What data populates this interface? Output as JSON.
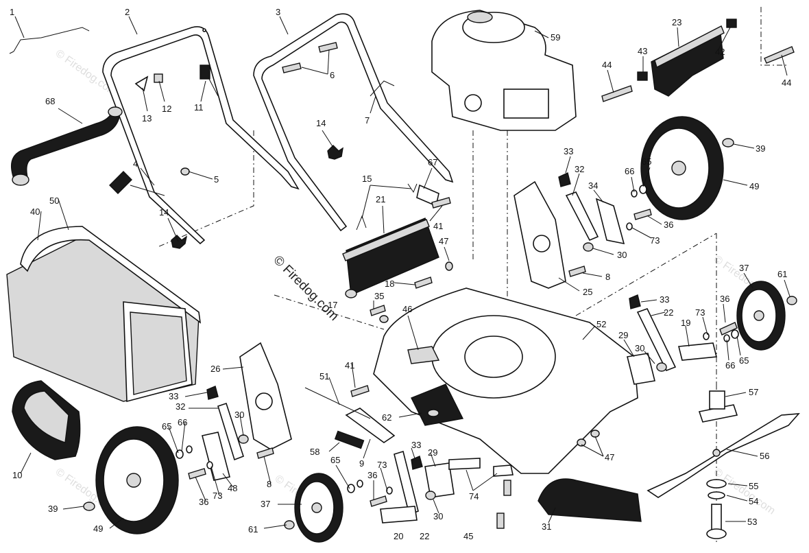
{
  "watermark": {
    "main_text": "© Firedog.com",
    "repeat_text": "© Firedog.com"
  },
  "callouts": [
    {
      "id": "c1",
      "text": "1"
    },
    {
      "id": "c2",
      "text": "2"
    },
    {
      "id": "c3",
      "text": "3"
    },
    {
      "id": "c4",
      "text": "4"
    },
    {
      "id": "c5",
      "text": "5"
    },
    {
      "id": "c6",
      "text": "6"
    },
    {
      "id": "c7",
      "text": "7"
    },
    {
      "id": "c8a",
      "text": "8"
    },
    {
      "id": "c8b",
      "text": "8"
    },
    {
      "id": "c9",
      "text": "9"
    },
    {
      "id": "c10",
      "text": "10"
    },
    {
      "id": "c11",
      "text": "11"
    },
    {
      "id": "c12",
      "text": "12"
    },
    {
      "id": "c13",
      "text": "13"
    },
    {
      "id": "c14a",
      "text": "14"
    },
    {
      "id": "c14b",
      "text": "14"
    },
    {
      "id": "c15",
      "text": "15"
    },
    {
      "id": "c17",
      "text": "17"
    },
    {
      "id": "c18",
      "text": "18"
    },
    {
      "id": "c19",
      "text": "19"
    },
    {
      "id": "c20",
      "text": "20"
    },
    {
      "id": "c21",
      "text": "21"
    },
    {
      "id": "c22a",
      "text": "22"
    },
    {
      "id": "c22b",
      "text": "22"
    },
    {
      "id": "c23",
      "text": "23"
    },
    {
      "id": "c25",
      "text": "25"
    },
    {
      "id": "c26",
      "text": "26"
    },
    {
      "id": "c29a",
      "text": "29"
    },
    {
      "id": "c29b",
      "text": "29"
    },
    {
      "id": "c30a",
      "text": "30"
    },
    {
      "id": "c30b",
      "text": "30"
    },
    {
      "id": "c30c",
      "text": "30"
    },
    {
      "id": "c30d",
      "text": "30"
    },
    {
      "id": "c31",
      "text": "31"
    },
    {
      "id": "c32a",
      "text": "32"
    },
    {
      "id": "c32b",
      "text": "32"
    },
    {
      "id": "c33a",
      "text": "33"
    },
    {
      "id": "c33b",
      "text": "33"
    },
    {
      "id": "c33c",
      "text": "33"
    },
    {
      "id": "c33d",
      "text": "33"
    },
    {
      "id": "c34",
      "text": "34"
    },
    {
      "id": "c35",
      "text": "35"
    },
    {
      "id": "c36a",
      "text": "36"
    },
    {
      "id": "c36b",
      "text": "36"
    },
    {
      "id": "c36c",
      "text": "36"
    },
    {
      "id": "c36d",
      "text": "36"
    },
    {
      "id": "c37a",
      "text": "37"
    },
    {
      "id": "c37b",
      "text": "37"
    },
    {
      "id": "c39a",
      "text": "39"
    },
    {
      "id": "c39b",
      "text": "39"
    },
    {
      "id": "c40",
      "text": "40"
    },
    {
      "id": "c41a",
      "text": "41"
    },
    {
      "id": "c41b",
      "text": "41"
    },
    {
      "id": "c42",
      "text": "42"
    },
    {
      "id": "c43",
      "text": "43"
    },
    {
      "id": "c44a",
      "text": "44"
    },
    {
      "id": "c44b",
      "text": "44"
    },
    {
      "id": "c45",
      "text": "45"
    },
    {
      "id": "c46",
      "text": "46"
    },
    {
      "id": "c47a",
      "text": "47"
    },
    {
      "id": "c47b",
      "text": "47"
    },
    {
      "id": "c48",
      "text": "48"
    },
    {
      "id": "c49a",
      "text": "49"
    },
    {
      "id": "c49b",
      "text": "49"
    },
    {
      "id": "c50",
      "text": "50"
    },
    {
      "id": "c51",
      "text": "51"
    },
    {
      "id": "c52",
      "text": "52"
    },
    {
      "id": "c53",
      "text": "53"
    },
    {
      "id": "c54",
      "text": "54"
    },
    {
      "id": "c55",
      "text": "55"
    },
    {
      "id": "c56",
      "text": "56"
    },
    {
      "id": "c57",
      "text": "57"
    },
    {
      "id": "c58",
      "text": "58"
    },
    {
      "id": "c59",
      "text": "59"
    },
    {
      "id": "c61a",
      "text": "61"
    },
    {
      "id": "c61b",
      "text": "61"
    },
    {
      "id": "c62",
      "text": "62"
    },
    {
      "id": "c65a",
      "text": "65"
    },
    {
      "id": "c65b",
      "text": "65"
    },
    {
      "id": "c65c",
      "text": "65"
    },
    {
      "id": "c65d",
      "text": "65"
    },
    {
      "id": "c66a",
      "text": "66"
    },
    {
      "id": "c66b",
      "text": "66"
    },
    {
      "id": "c66c",
      "text": "66"
    },
    {
      "id": "c67",
      "text": "67"
    },
    {
      "id": "c68",
      "text": "68"
    },
    {
      "id": "c73a",
      "text": "73"
    },
    {
      "id": "c73b",
      "text": "73"
    },
    {
      "id": "c73c",
      "text": "73"
    },
    {
      "id": "c73d",
      "text": "73"
    },
    {
      "id": "c74",
      "text": "74"
    }
  ]
}
